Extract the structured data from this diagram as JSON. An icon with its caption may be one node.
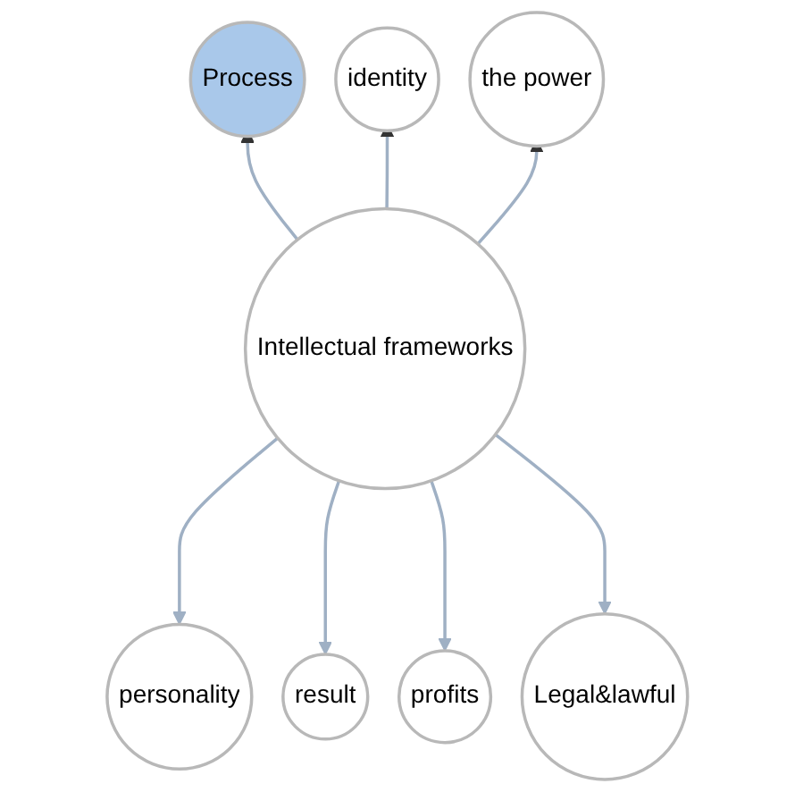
{
  "diagram": {
    "nodes": [
      {
        "text": [
          "Process"
        ]
      },
      {
        "text": [
          "the power"
        ]
      },
      {
        "text": [
          "identity"
        ]
      },
      {
        "text": [
          "Intellectual frameworks"
        ]
      },
      {
        "text": [
          "Legal&lawful"
        ]
      },
      {
        "text": [
          "personality"
        ]
      },
      {
        "text": [
          "profits"
        ]
      },
      {
        "text": [
          "result"
        ]
      }
    ],
    "edges": [
      {
        "from": 3,
        "to": 0,
        "arrow": "to"
      },
      {
        "from": 3,
        "to": 2,
        "arrow": "to"
      },
      {
        "from": 3,
        "to": 5,
        "arrow": "to"
      },
      {
        "from": 3,
        "to": 7,
        "arrow": "to"
      },
      {
        "from": 3,
        "to": 6,
        "arrow": "to"
      },
      {
        "from": 3,
        "to": 4,
        "arrow": "to"
      },
      {
        "from": 3,
        "to": 1,
        "arrow": "to"
      }
    ]
  }
}
